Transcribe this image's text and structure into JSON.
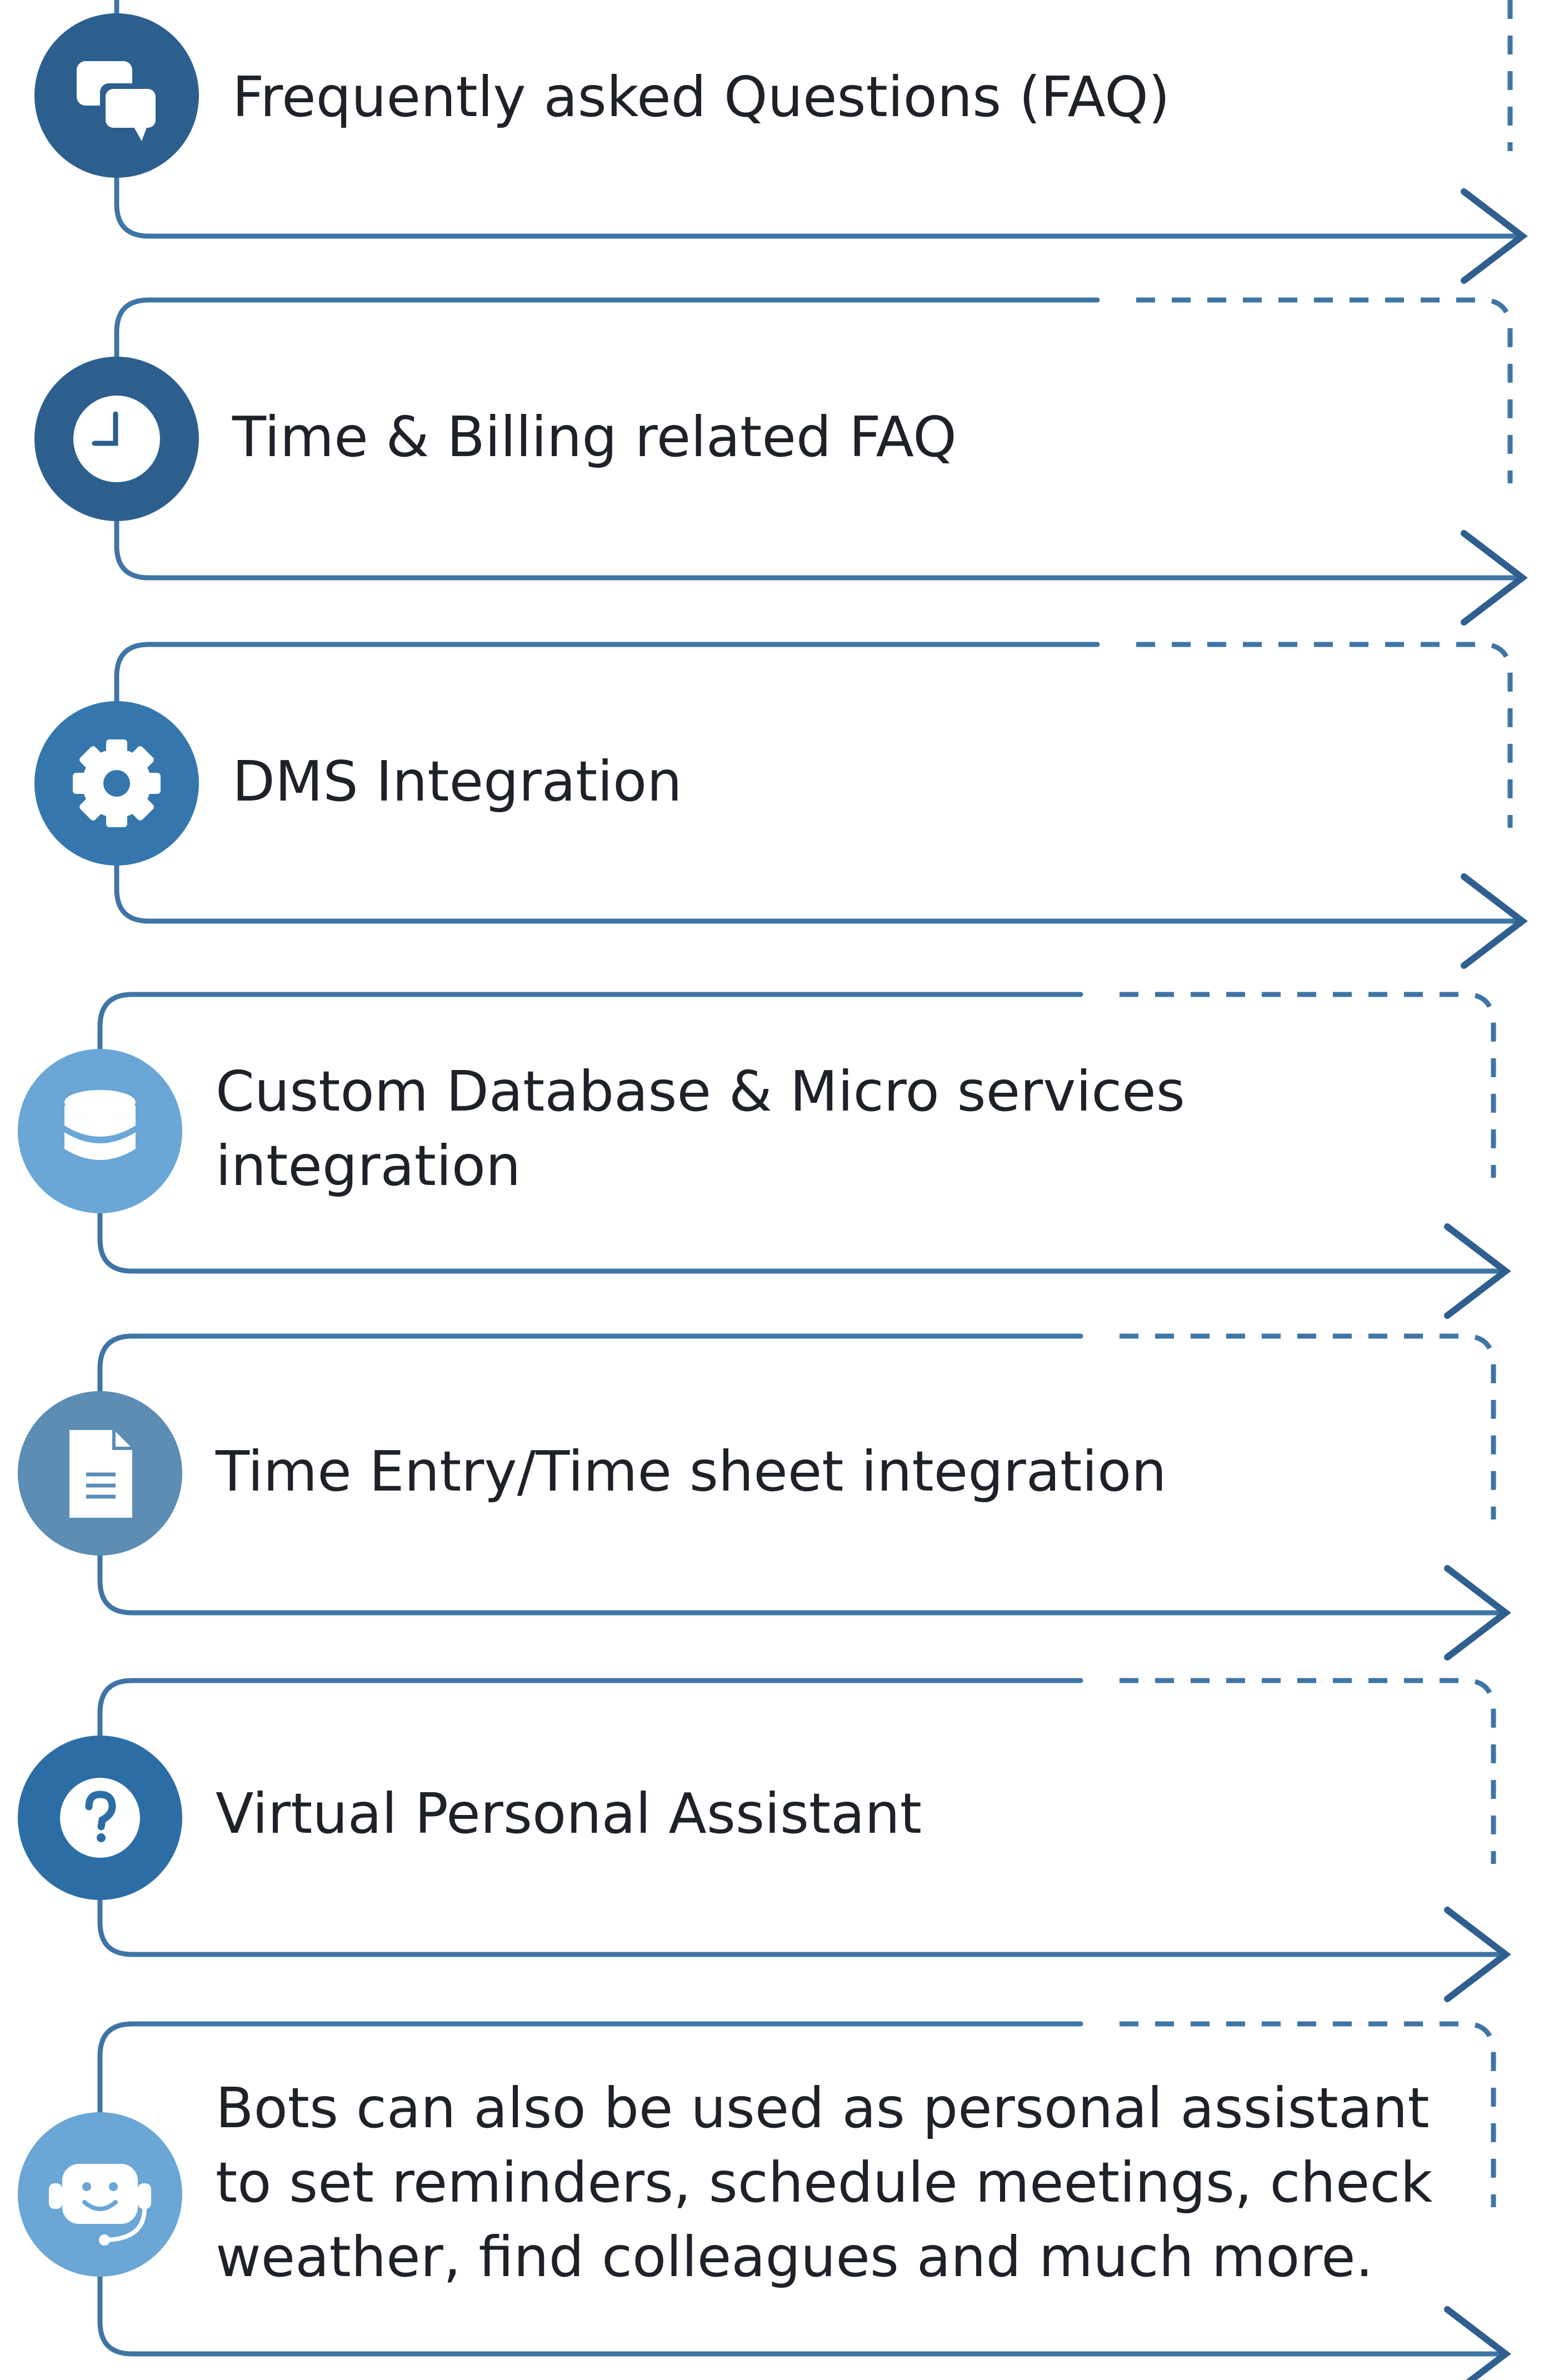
{
  "colors": {
    "line": "#3f75a6",
    "arrow": "#2f5f8f",
    "text": "#1e2228"
  },
  "items": [
    {
      "text": "Frequently asked Questions (FAQ)",
      "icon": "chat-bubbles-icon",
      "color": "#2c5f8e"
    },
    {
      "text": "Time & Billing related FAQ",
      "icon": "clock-icon",
      "color": "#2c5f8e"
    },
    {
      "text": "DMS Integration",
      "icon": "gear-icon",
      "color": "#3577ad"
    },
    {
      "text": "Custom Database & Micro services integration",
      "icon": "database-icon",
      "color": "#6aa6d6"
    },
    {
      "text": "Time Entry/Time sheet integration",
      "icon": "document-icon",
      "color": "#5b8db5"
    },
    {
      "text": "Virtual Personal Assistant",
      "icon": "question-icon",
      "color": "#2c6da6"
    },
    {
      "text": "Bots can also be used as personal assistant to set reminders, schedule meetings, check weather, find colleagues and much more.",
      "icon": "bot-headset-icon",
      "color": "#6aa6d6"
    }
  ]
}
